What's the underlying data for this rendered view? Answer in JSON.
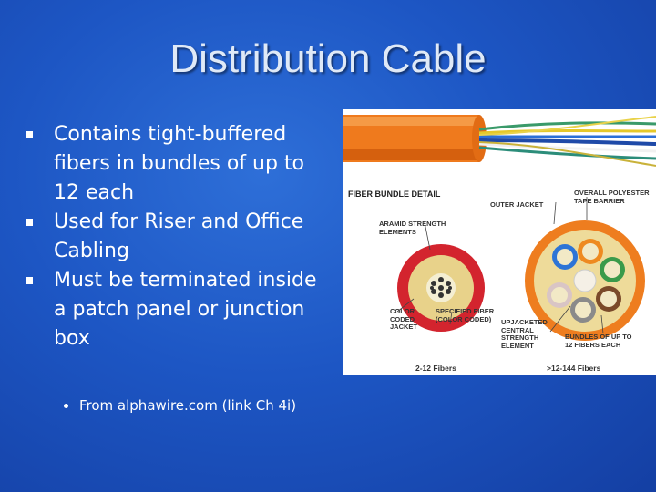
{
  "slide": {
    "title": "Distribution Cable",
    "bullets": [
      "Contains tight-buffered fibers in bundles of up to 12 each",
      "Used for Riser and Office Cabling",
      "Must be terminated inside a patch panel or junction box"
    ],
    "subbullet": "From alphawire.com (link Ch 4i)"
  },
  "figure": {
    "heading": "FIBER BUNDLE DETAIL",
    "labels": {
      "outer_jacket": "OUTER JACKET",
      "overall_polyester": "OVERALL POLYESTER\nTAPE BARRIER",
      "aramid": "ARAMID STRENGTH\nELEMENTS",
      "color_coded_jacket": "COLOR\nCODED\nJACKET",
      "specified_fiber": "SPECIFIED FIBER\n(COLOR CODED)",
      "upjacketed": "UPJACKETED\nCENTRAL\nSTRENGTH\nELEMENT",
      "bundles": "BUNDLES OF UP TO\n12 FIBERS EACH",
      "count_small": "2-12 Fibers",
      "count_large": ">12-144 Fibers"
    }
  },
  "colors": {
    "background": "#1d56c4",
    "title": "#dfe9f7",
    "cable_jacket": "#f07a1e"
  }
}
